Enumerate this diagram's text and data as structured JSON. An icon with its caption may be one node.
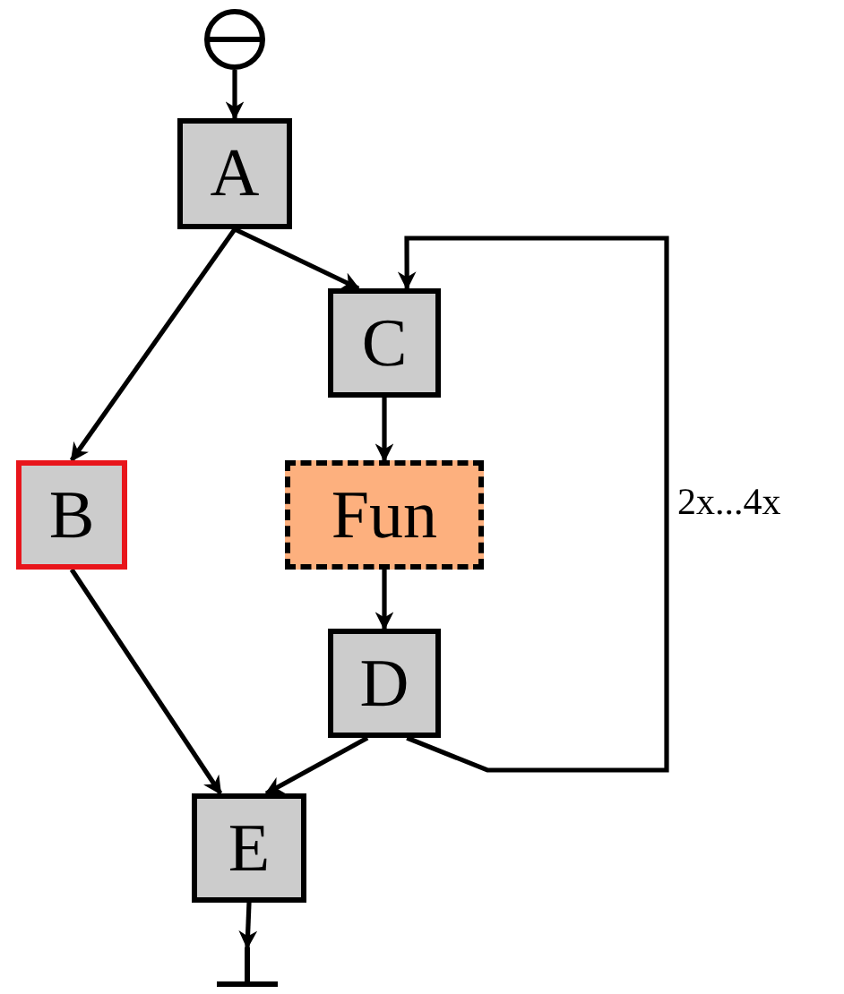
{
  "diagram": {
    "nodes": [
      {
        "text": [],
        "shape": "circle"
      },
      {
        "text": [
          "A"
        ]
      },
      {
        "text": [
          "B"
        ]
      },
      {
        "text": [
          "C"
        ]
      },
      {
        "text": [
          "Fun"
        ]
      },
      {
        "text": [
          "D"
        ]
      },
      {
        "text": [
          "E"
        ]
      },
      {
        "text": [],
        "shape": "bar"
      }
    ],
    "edges": [
      {
        "from": 0,
        "to": 1,
        "arrow": "to"
      },
      {
        "from": 1,
        "to": 2,
        "arrow": "to"
      },
      {
        "from": 1,
        "to": 3,
        "arrow": "to"
      },
      {
        "from": 3,
        "to": 4,
        "arrow": "to"
      },
      {
        "from": 4,
        "to": 5,
        "arrow": "to"
      },
      {
        "from": 5,
        "to": 3,
        "arrow": "to",
        "label": "2x...4x"
      },
      {
        "from": 2,
        "to": 6,
        "arrow": "to"
      },
      {
        "from": 5,
        "to": 6,
        "arrow": "to"
      },
      {
        "from": 6,
        "to": 7,
        "arrow": "to"
      }
    ]
  }
}
